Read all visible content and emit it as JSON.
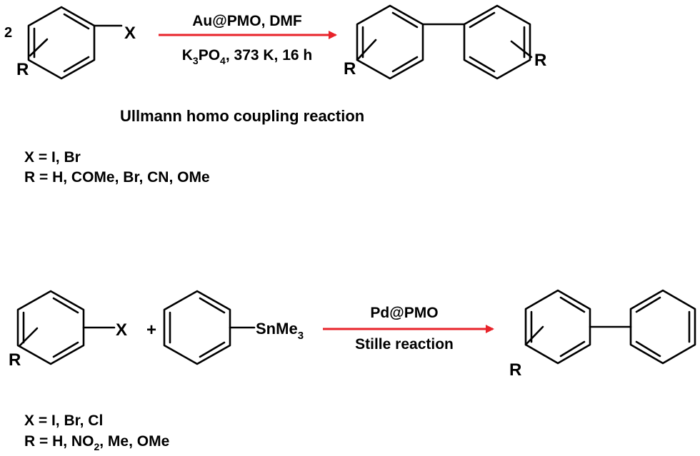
{
  "colors": {
    "arrow": "#e8232a",
    "r_group_top": "#2ea12e",
    "r_group_bottom": "#2b3fc4",
    "text": "#000000"
  },
  "ullmann": {
    "stoich": "2",
    "leaving_group": "X",
    "r_label": "R",
    "conditions_above": "Au@PMO, DMF",
    "conditions_below": {
      "k": "K",
      "sub3": "3",
      "po": "PO",
      "sub4": "4",
      "rest": ", 373 K, 16 h"
    },
    "caption": "Ullmann homo coupling reaction",
    "x_def": "X = I, Br",
    "r_def": "R = H, COMe, Br, CN, OMe"
  },
  "stille": {
    "leaving_group": "X",
    "plus": "+",
    "r_label": "R",
    "stannane": {
      "main": "SnMe",
      "sub": "3"
    },
    "conditions_above": "Pd@PMO",
    "conditions_below": "Stille reaction",
    "x_def": "X = I, Br, Cl",
    "r_def": {
      "prefix": "R = H, NO",
      "sub": "2",
      "suffix": ", Me, OMe"
    }
  }
}
